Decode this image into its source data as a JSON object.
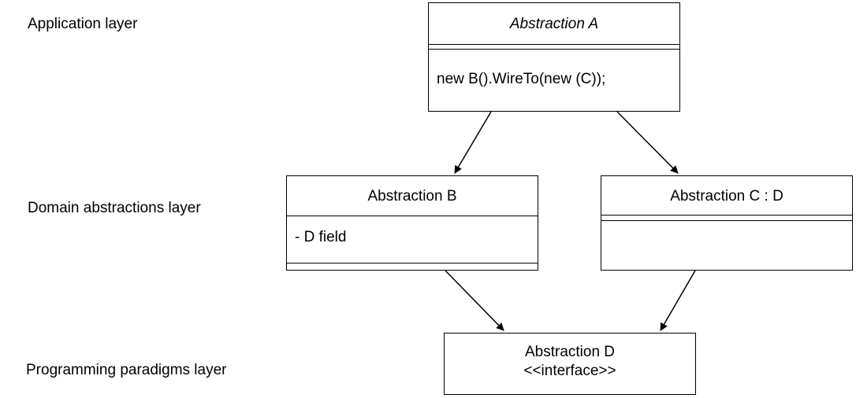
{
  "layers": {
    "application": "Application layer",
    "domain": "Domain abstractions layer",
    "paradigms": "Programming paradigms layer"
  },
  "boxes": {
    "a": {
      "title": "Abstraction A",
      "body": "new B().WireTo(new (C));"
    },
    "b": {
      "title": "Abstraction B",
      "body": "- D field"
    },
    "c": {
      "title": "Abstraction C : D",
      "body": ""
    },
    "d": {
      "title": "Abstraction D",
      "stereotype": "<<interface>>"
    }
  },
  "colors": {
    "line": "#000000",
    "background": "#ffffff"
  }
}
